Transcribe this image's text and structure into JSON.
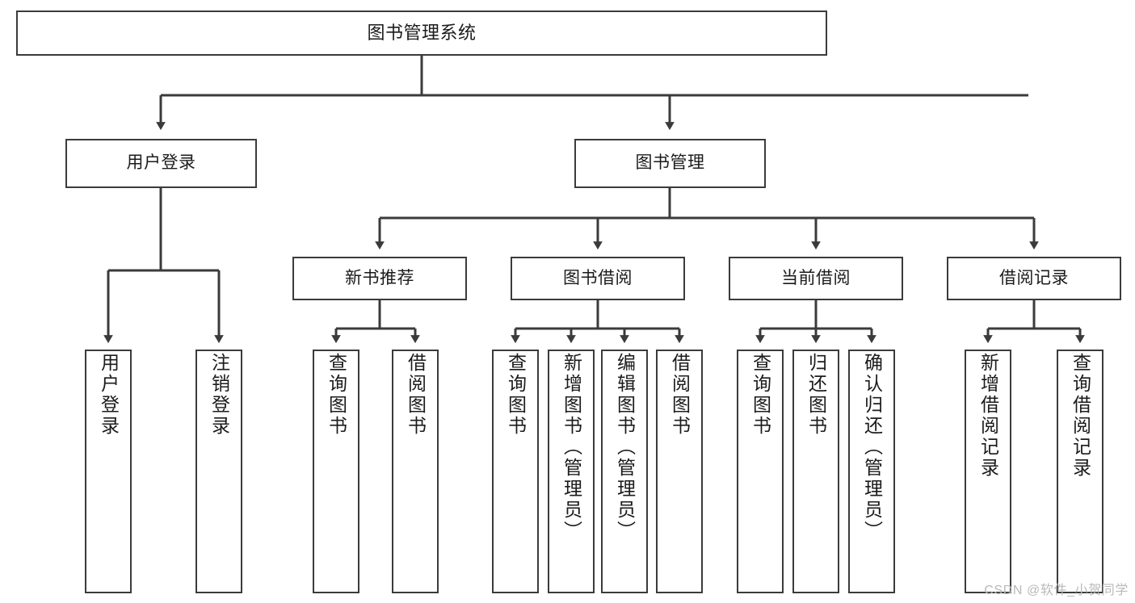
{
  "diagram": {
    "title": "图书管理系统",
    "type": "tree",
    "style": {
      "box_stroke": "#3b3b3b",
      "box_fill": "#ffffff",
      "line_color": "#3b3b3b",
      "text_color": "#1b1b1b",
      "background": "#ffffff",
      "watermark_color": "#b9b9b9"
    },
    "levels": {
      "level1": "system-root",
      "level2": "modules",
      "level3": "submodules",
      "level4": "functions"
    }
  },
  "nodes": {
    "root": {
      "label": "图书管理系统",
      "orientation": "horizontal"
    },
    "level2": [
      {
        "id": "user-login",
        "label": "用户登录",
        "orientation": "horizontal"
      },
      {
        "id": "book-management",
        "label": "图书管理",
        "orientation": "horizontal"
      }
    ],
    "level3": [
      {
        "id": "new-book-recommend",
        "label": "新书推荐",
        "parent": "book-management",
        "orientation": "horizontal"
      },
      {
        "id": "book-borrow",
        "label": "图书借阅",
        "parent": "book-management",
        "orientation": "horizontal"
      },
      {
        "id": "current-borrow",
        "label": "当前借阅",
        "parent": "book-management",
        "orientation": "horizontal"
      },
      {
        "id": "borrow-record",
        "label": "借阅记录",
        "parent": "book-management",
        "orientation": "horizontal"
      }
    ],
    "leaves": [
      {
        "id": "leaf-user-login",
        "label": "用户登录",
        "parent": "user-login",
        "orientation": "vertical"
      },
      {
        "id": "leaf-user-logout",
        "label": "注销登录",
        "parent": "user-login",
        "orientation": "vertical"
      },
      {
        "id": "leaf-query-book-1",
        "label": "查询图书",
        "parent": "new-book-recommend",
        "orientation": "vertical"
      },
      {
        "id": "leaf-borrow-book-1",
        "label": "借阅图书",
        "parent": "new-book-recommend",
        "orientation": "vertical"
      },
      {
        "id": "leaf-query-book-2",
        "label": "查询图书",
        "parent": "book-borrow",
        "orientation": "vertical"
      },
      {
        "id": "leaf-add-book",
        "label": "新增图书（管理员）",
        "parent": "book-borrow",
        "orientation": "vertical"
      },
      {
        "id": "leaf-edit-book",
        "label": "编辑图书（管理员）",
        "parent": "book-borrow",
        "orientation": "vertical"
      },
      {
        "id": "leaf-borrow-book-2",
        "label": "借阅图书",
        "parent": "book-borrow",
        "orientation": "vertical"
      },
      {
        "id": "leaf-query-book-3",
        "label": "查询图书",
        "parent": "current-borrow",
        "orientation": "vertical"
      },
      {
        "id": "leaf-return-book",
        "label": "归还图书",
        "parent": "current-borrow",
        "orientation": "vertical"
      },
      {
        "id": "leaf-confirm-return",
        "label": "确认归还（管理员）",
        "parent": "current-borrow",
        "orientation": "vertical"
      },
      {
        "id": "leaf-add-record",
        "label": "新增借阅记录",
        "parent": "borrow-record",
        "orientation": "vertical"
      },
      {
        "id": "leaf-query-record",
        "label": "查询借阅记录",
        "parent": "borrow-record",
        "orientation": "vertical"
      }
    ]
  },
  "watermark": {
    "text": "CSDN @软件_小贺同学"
  }
}
